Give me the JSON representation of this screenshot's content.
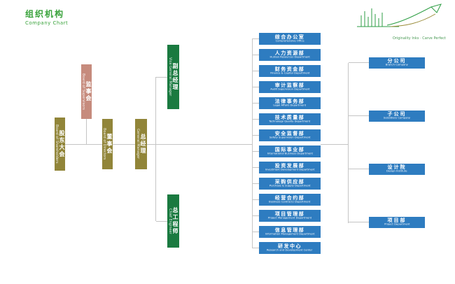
{
  "header": {
    "title_cn": "组织机构",
    "title_en": "Company Chart"
  },
  "logo": {
    "tagline": "Originality Inks · Carve Perfect"
  },
  "palette": {
    "title_green": "#3aa33c",
    "olive": "#918539",
    "salmon": "#c68b7d",
    "green": "#1a7a40",
    "blue": "#2e7cc0",
    "line_gray": "#c5c5c5"
  },
  "leadership": [
    {
      "cn": "股东大会",
      "en": "Board of Shareholders"
    },
    {
      "cn": "监事会",
      "en": "Board of Supervisors"
    },
    {
      "cn": "董事会",
      "en": "Board of Directors"
    },
    {
      "cn": "总经理",
      "en": "General Manager"
    },
    {
      "cn": "副总经理",
      "en": "Vice General Manager"
    },
    {
      "cn": "总工程师",
      "en": "Chief Engineer"
    }
  ],
  "departments": [
    {
      "cn": "综合办公室",
      "en": "Comprehensive Office"
    },
    {
      "cn": "人力资源部",
      "en": "Human Resources Department"
    },
    {
      "cn": "财务资金部",
      "en": "Finance & Capital Department"
    },
    {
      "cn": "审计监察部",
      "en": "Audit Supervision Department"
    },
    {
      "cn": "法律事务部",
      "en": "Legal Affairs Department"
    },
    {
      "cn": "技术质量部",
      "en": "Technology Quality Department"
    },
    {
      "cn": "安全监督部",
      "en": "Safety Supervision Department"
    },
    {
      "cn": "国际事业部",
      "en": "International Business Department"
    },
    {
      "cn": "投资发展部",
      "en": "Investment Development Department"
    },
    {
      "cn": "采购供应部",
      "en": "Purchase & Supply Department"
    },
    {
      "cn": "经营合约部",
      "en": "Business Contracts Department"
    },
    {
      "cn": "项目管理部",
      "en": "Project Management Department"
    },
    {
      "cn": "信息管理部",
      "en": "Information Management Department"
    },
    {
      "cn": "研发中心",
      "en": "Research and Development Center"
    }
  ],
  "branches": [
    {
      "cn": "分公司",
      "en": "Branch Company"
    },
    {
      "cn": "子公司",
      "en": "Subsidiary Company"
    },
    {
      "cn": "设计院",
      "en": "Design Institute"
    },
    {
      "cn": "项目部",
      "en": "Project Department"
    }
  ]
}
